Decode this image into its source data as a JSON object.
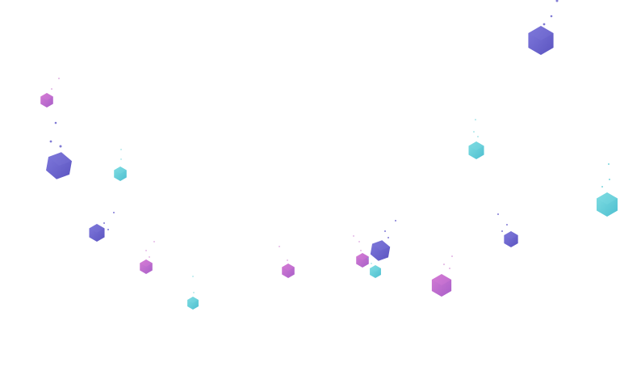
{
  "colors": {
    "background": "#ffffff",
    "indigo": "#6a63cc",
    "indigo_light": "#7c76d8",
    "magenta": "#c667c9",
    "magenta_light": "#d67ad6",
    "cyan": "#62cfd6",
    "cyan_light": "#7adbe1"
  },
  "palette_order": [
    "indigo",
    "magenta",
    "cyan"
  ]
}
